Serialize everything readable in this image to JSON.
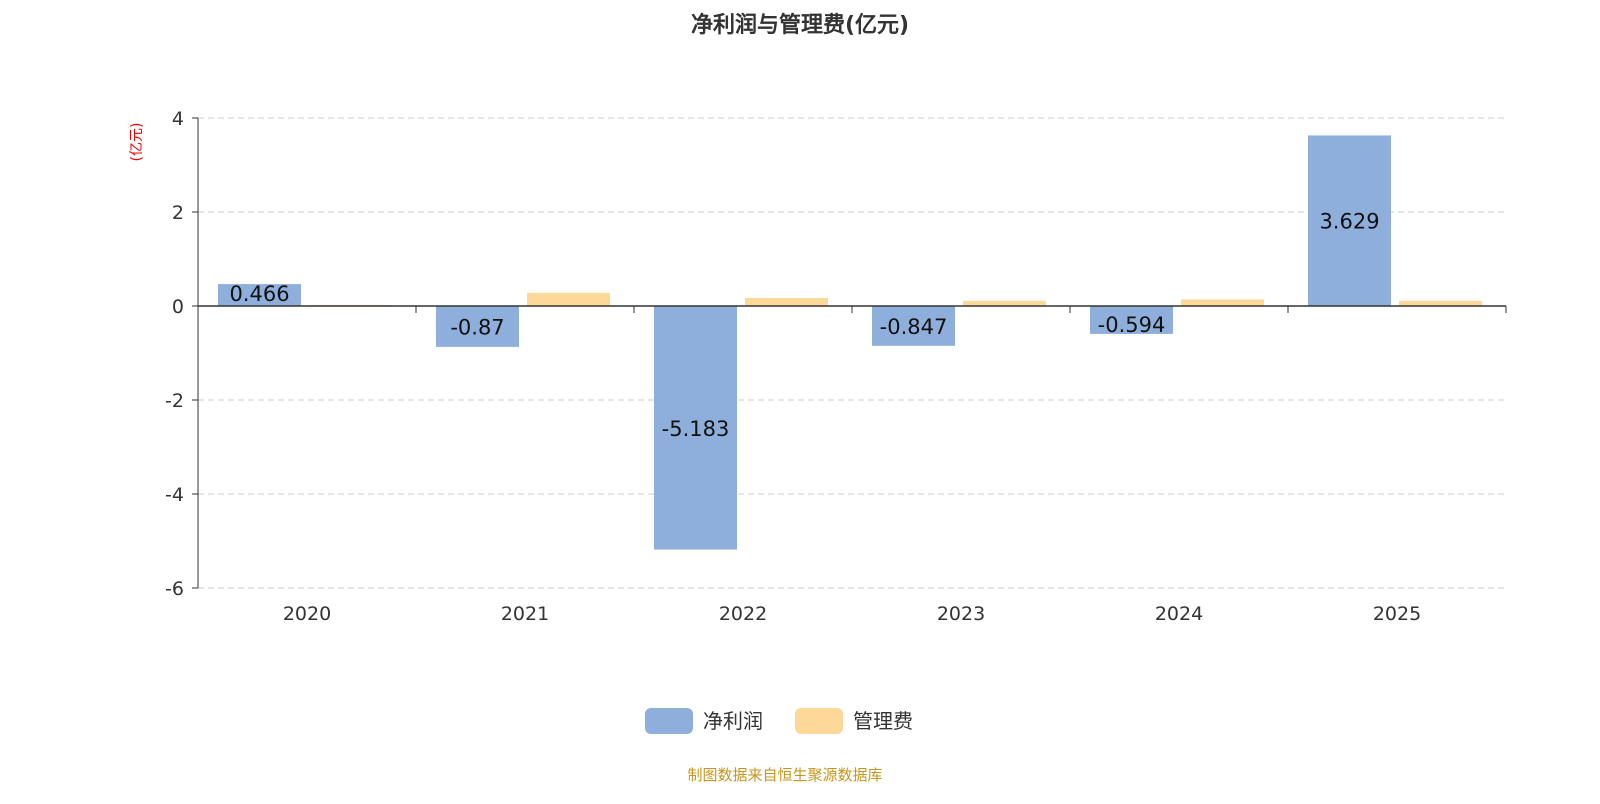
{
  "chart_data": {
    "type": "bar",
    "title": "净利润与管理费(亿元)",
    "ylabel": "(亿元)",
    "xlabel": "",
    "categories": [
      "2020",
      "2021",
      "2022",
      "2023",
      "2024",
      "2025"
    ],
    "series": [
      {
        "name": "净利润",
        "color": "#8eaedb",
        "values": [
          0.466,
          -0.87,
          -5.183,
          -0.847,
          -0.594,
          3.629
        ],
        "labels": [
          "0.466",
          "-0.87",
          "-5.183",
          "-0.847",
          "-0.594",
          "3.629"
        ]
      },
      {
        "name": "管理费",
        "color": "#fdd898",
        "values": [
          0.02,
          0.28,
          0.17,
          0.11,
          0.14,
          0.11
        ]
      }
    ],
    "ylim": [
      -6,
      4
    ],
    "yticks": [
      4,
      2,
      0,
      -2,
      -4,
      -6
    ],
    "grid": true,
    "legend": "bottom-center"
  },
  "footer": "制图数据来自恒生聚源数据库"
}
